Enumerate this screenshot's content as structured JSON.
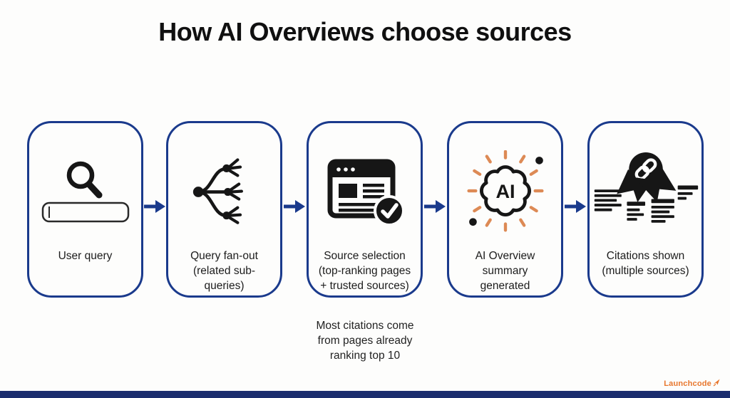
{
  "title": "How AI Overviews choose sources",
  "colors": {
    "box_border_navy": "#1a3a8c",
    "arrow_navy": "#1a3a8c",
    "icon_black": "#161616",
    "ray_orange": "#dd8a55",
    "logo_orange": "#e8772e",
    "footer_bar_navy": "#1b2d6e",
    "background": "#fdfdfc"
  },
  "steps": [
    {
      "icon": "user-query-search-icon",
      "label_lines": [
        "User query"
      ]
    },
    {
      "icon": "query-fan-out-icon",
      "label_lines": [
        "Query fan-out",
        "(related sub-",
        "queries)"
      ]
    },
    {
      "icon": "source-page-check-icon",
      "label_lines": [
        "Source selection",
        "(top-ranking pages",
        "+ trusted sources)"
      ]
    },
    {
      "icon": "ai-brain-icon",
      "icon_text": "AI",
      "label_lines": [
        "AI Overview",
        "summary",
        "generated"
      ]
    },
    {
      "icon": "citations-link-icon",
      "label_lines": [
        "Citations shown",
        "(multiple sources)"
      ]
    }
  ],
  "note": {
    "lines": [
      "Most citations come",
      "from pages already",
      "ranking top 10"
    ]
  },
  "footer": {
    "logo_text": "Launchcode",
    "logo_icon": "rocket-icon"
  }
}
